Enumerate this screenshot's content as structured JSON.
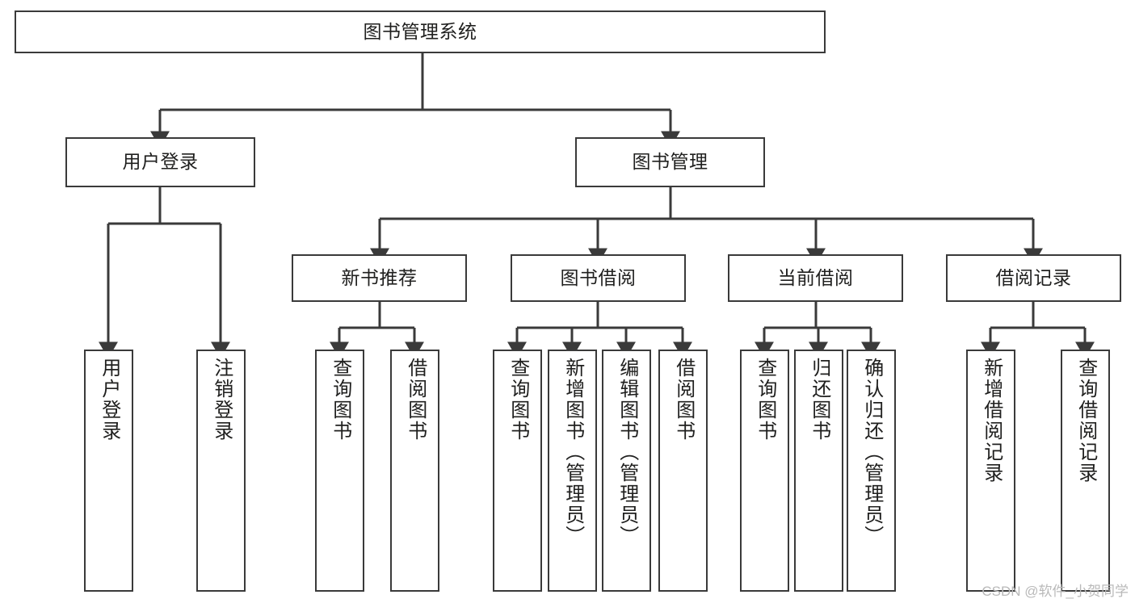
{
  "diagram": {
    "title": "图书管理系统",
    "type": "hierarchy-tree",
    "accent_color": "#3a3a3a",
    "background_color": "#ffffff",
    "levels": 4,
    "nodes": {
      "root": {
        "label": "图书管理系统"
      },
      "level2": [
        {
          "label": "用户登录"
        },
        {
          "label": "图书管理"
        }
      ],
      "level3": [
        {
          "label": "新书推荐"
        },
        {
          "label": "图书借阅"
        },
        {
          "label": "当前借阅"
        },
        {
          "label": "借阅记录"
        }
      ],
      "leaves_user_login": [
        {
          "label": "用户登录"
        },
        {
          "label": "注销登录"
        }
      ],
      "leaves_new_book": [
        {
          "label": "查询图书"
        },
        {
          "label": "借阅图书"
        }
      ],
      "leaves_borrow": [
        {
          "label": "查询图书"
        },
        {
          "label": "新增图书（管理员）"
        },
        {
          "label": "编辑图书（管理员）"
        },
        {
          "label": "借阅图书"
        }
      ],
      "leaves_current": [
        {
          "label": "查询图书"
        },
        {
          "label": "归还图书"
        },
        {
          "label": "确认归还（管理员）"
        }
      ],
      "leaves_record": [
        {
          "label": "新增借阅记录"
        },
        {
          "label": "查询借阅记录"
        }
      ]
    }
  },
  "watermark": {
    "text": "CSDN @软件_小贺同学"
  }
}
